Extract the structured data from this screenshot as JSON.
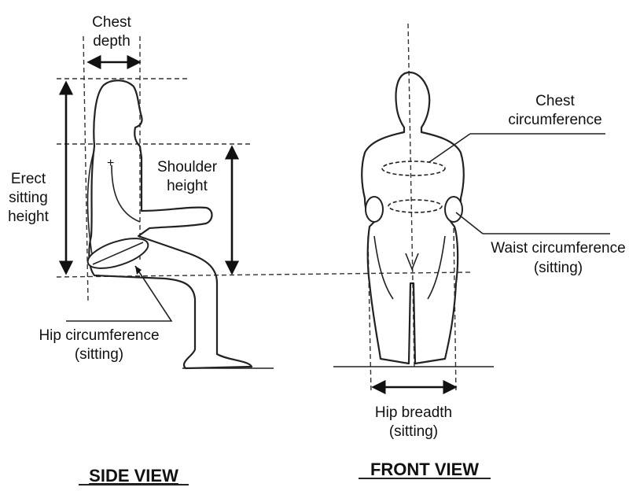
{
  "labels": {
    "chest_depth": [
      "Chest",
      "depth"
    ],
    "shoulder_height": [
      "Shoulder",
      "height"
    ],
    "erect_sitting_height": [
      "Erect",
      "sitting",
      "height"
    ],
    "hip_circumference": [
      "Hip circumference",
      "(sitting)"
    ],
    "chest_circumference": [
      "Chest",
      "circumference"
    ],
    "waist_circumference": [
      "Waist circumference",
      "(sitting)"
    ],
    "hip_breadth": [
      "Hip breadth",
      "(sitting)"
    ]
  },
  "titles": {
    "side_view": "SIDE VIEW",
    "front_view": "FRONT VIEW"
  }
}
